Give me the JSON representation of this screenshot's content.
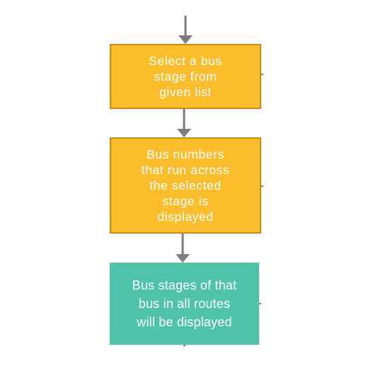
{
  "diagram": {
    "nodes": [
      {
        "id": "select-stage",
        "text": "Select a bus\nstage from\ngiven list"
      },
      {
        "id": "bus-numbers",
        "text": "Bus numbers\nthat run across\nthe selected\nstage is\ndisplayed"
      },
      {
        "id": "bus-stages",
        "text": "Bus stages of that\nbus   in all routes\nwill be  displayed"
      }
    ],
    "edges": [
      {
        "from": "",
        "to": "select-stage"
      },
      {
        "from": "select-stage",
        "to": "bus-numbers"
      },
      {
        "from": "bus-numbers",
        "to": "bus-stages"
      }
    ]
  },
  "colors": {
    "process_fill": "#fbbd2c",
    "process_border": "#c98d12",
    "output_fill": "#4fc3a9",
    "arrow": "#7d7d7d",
    "text": "#ffffff"
  }
}
